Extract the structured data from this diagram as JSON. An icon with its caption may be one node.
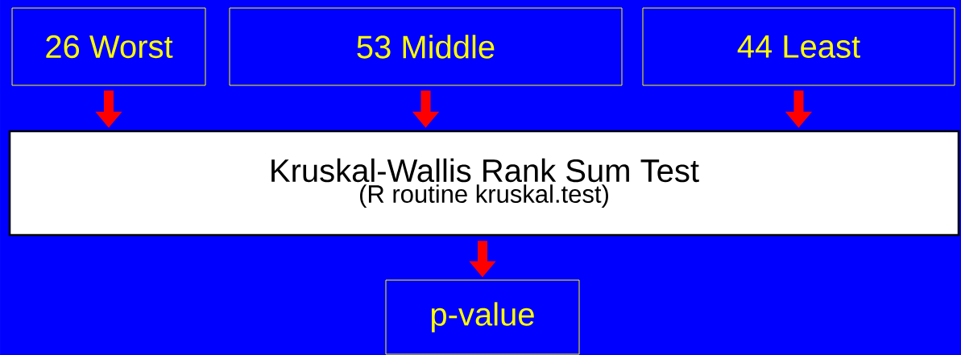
{
  "diagram": {
    "nodes": [
      {
        "text": [
          "26 Worst"
        ]
      },
      {
        "text": [
          "53 Middle"
        ]
      },
      {
        "text": [
          "44 Least"
        ]
      },
      {
        "text": [
          "Kruskal-Wallis Rank Sum Test",
          "(R routine kruskal.test)"
        ]
      },
      {
        "text": [
          "p-value"
        ]
      }
    ],
    "edges": [
      {
        "from": 0,
        "to": 3,
        "arrow": "to"
      },
      {
        "from": 1,
        "to": 3,
        "arrow": "to"
      },
      {
        "from": 2,
        "to": 3,
        "arrow": "to"
      },
      {
        "from": 3,
        "to": 4,
        "arrow": "to"
      }
    ]
  }
}
